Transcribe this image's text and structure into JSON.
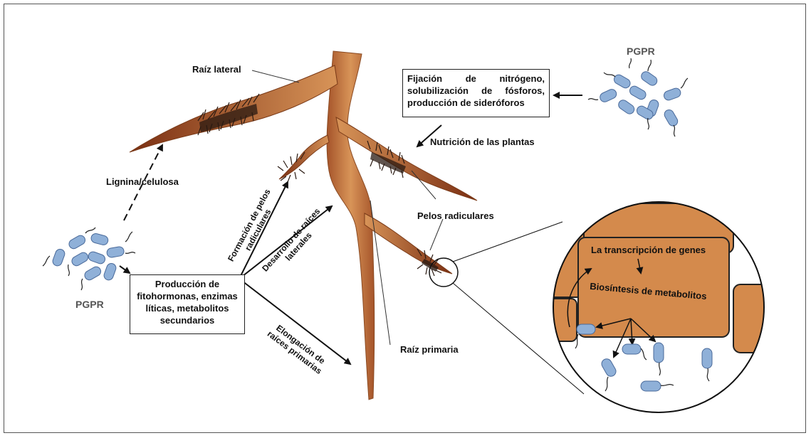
{
  "labels": {
    "raiz_lateral": "Raíz lateral",
    "pgpr_top": "PGPR",
    "pgpr_left": "PGPR",
    "fijacion": "Fijación de nitrógeno, solubilización de fósforos, producción de sideróforos",
    "nutricion": "Nutrición de las plantas",
    "lignina": "Lignina/celulosa",
    "formacion": "Formación de pelos radiculares",
    "desarrollo": "Desarrollo de raíces laterales",
    "pelos": "Pelos radiculares",
    "produccion": "Producción de fitohormonas, enzimas líticas, metabolitos secundarios",
    "elongacion": "Elongación de raíces primarias",
    "raiz_primaria": "Raíz primaria",
    "transcripcion": "La transcripción de genes",
    "biosintesis": "Biosíntesis de metabolitos"
  },
  "colors": {
    "root_light": "#d08a4e",
    "root_dark": "#8a3a1a",
    "cell": "#d48a4c",
    "bacteria": "#8fb0d8",
    "hair": "#2a1a12"
  }
}
